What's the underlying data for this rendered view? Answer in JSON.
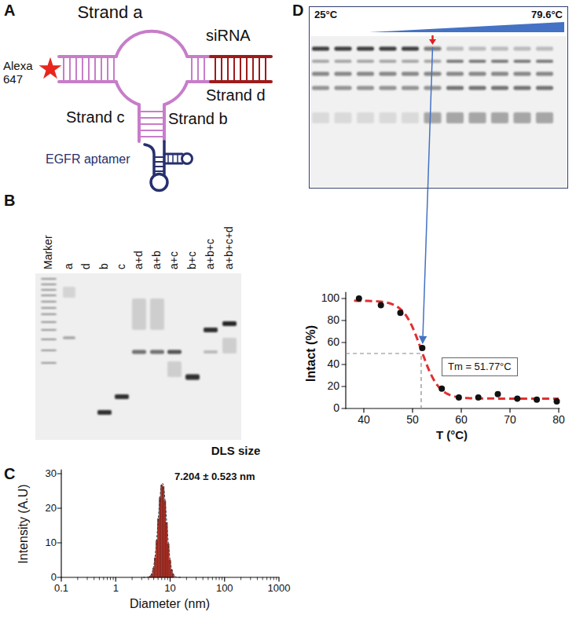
{
  "diagram": {
    "nodes": [
      {
        "text": [
          "25°C",
          "79.6°C"
        ]
      },
      {
        "text": [
          "Tm = 51.77°C"
        ]
      }
    ],
    "labels": [
      "A",
      "Strand a",
      "Alexa 647",
      "siRNA",
      "Strand d",
      "Strand c",
      "Strand b",
      "EGFR aptamer",
      "B",
      "Marker",
      "a",
      "d",
      "b",
      "c",
      "a+d",
      "a+b",
      "a+c",
      "b+c",
      "a+b+c",
      "a+b+c+d",
      "DLS size",
      "C",
      "7.204 ± 0.523 nm",
      "30",
      "20",
      "10",
      "0",
      "Intensity (A.U)",
      "0.1",
      "1",
      "10",
      "100",
      "1000",
      "Diameter (nm)",
      "D",
      "100",
      "80",
      "60",
      "40",
      "20",
      "0",
      "Intact (%)",
      "40",
      "50",
      "60",
      "70",
      "80",
      "T (°C)"
    ]
  }
}
